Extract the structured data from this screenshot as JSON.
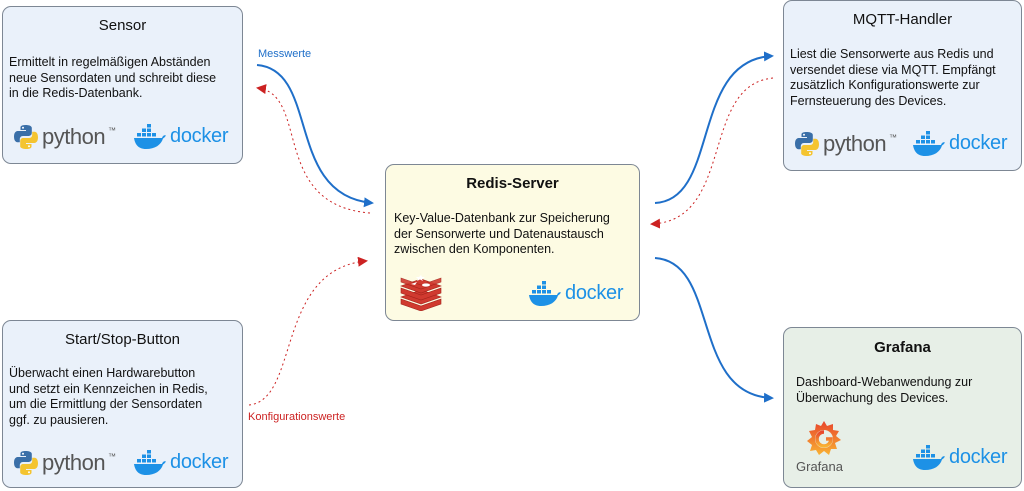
{
  "sensor": {
    "title": "Sensor",
    "description": [
      "Ermittelt in regelmäßigen Abständen",
      "neue Sensordaten und schreibt diese",
      "in die Redis-Datenbank."
    ]
  },
  "start_stop": {
    "title": "Start/Stop-Button",
    "description": [
      "Überwacht einen Hardwarebutton",
      "und setzt ein Kennzeichen in Redis,",
      "um die Ermittlung der Sensordaten",
      "ggf. zu pausieren."
    ]
  },
  "redis": {
    "title": "Redis-Server",
    "description": [
      "Key-Value-Datenbank zur Speicherung",
      "der Sensorwerte und Datenaustausch",
      "zwischen den Komponenten."
    ]
  },
  "mqtt": {
    "title": "MQTT-Handler",
    "description": [
      "Liest die Sensorwerte aus Redis und",
      "versendet diese via MQTT. Empfängt",
      "zusätzlich Konfigurationswerte zur",
      "Fernsteuerung des Devices."
    ]
  },
  "grafana": {
    "title": "Grafana",
    "description": [
      "Dashboard-Webanwendung zur",
      "Überwachung des Devices."
    ],
    "logo_text": "Grafana"
  },
  "logos": {
    "python": "python",
    "tm": "™",
    "docker": "docker"
  },
  "labels": {
    "messwerte": "Messwerte",
    "konfigurationswerte": "Konfigurationswerte"
  },
  "colors": {
    "flow_blue": "#1f6fc9",
    "flow_red": "#cc2222",
    "docker_blue": "#1d91e6",
    "python_blue": "#3a6fa8",
    "python_yellow": "#f4c430",
    "redis_red": "#d03a2f",
    "grafana_orange": "#f27a1e"
  }
}
